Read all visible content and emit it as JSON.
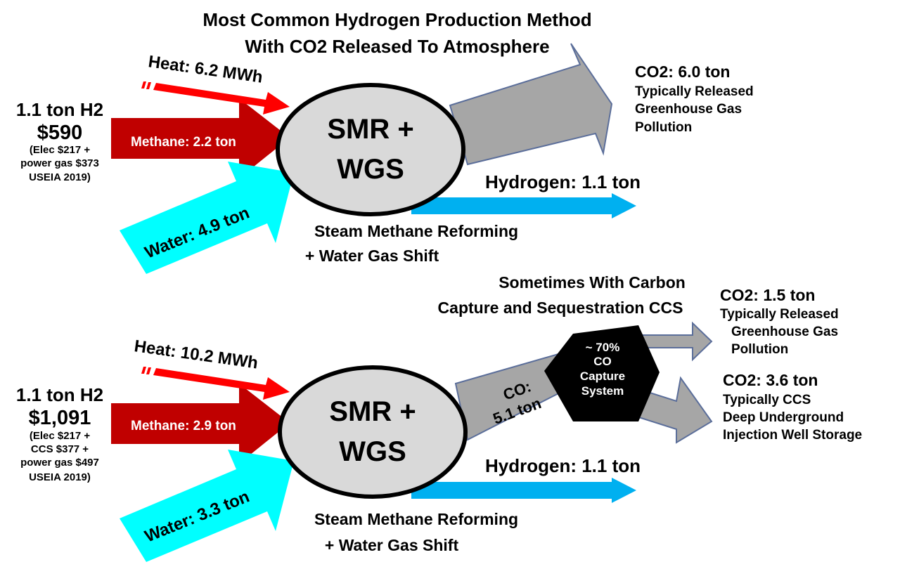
{
  "top": {
    "title_line1": "Most Common Hydrogen Production Method",
    "title_line2": "With CO2 Released To Atmosphere",
    "product": {
      "amount": "1.1 ton H2",
      "price": "$590",
      "note_line1": "(Elec $217 +",
      "note_line2": "power gas $373",
      "note_line3": "USEIA 2019)"
    },
    "heat": "Heat: 6.2 MWh",
    "methane": "Methane: 2.2 ton",
    "water": "Water: 4.9 ton",
    "reactor_line1": "SMR +",
    "reactor_line2": "WGS",
    "hydrogen": "Hydrogen: 1.1 ton",
    "process_line1": "Steam Methane Reforming",
    "process_line2": "+ Water Gas Shift",
    "co2": {
      "amount": "CO2:  6.0 ton",
      "note_line1": "Typically Released",
      "note_line2": "Greenhouse Gas",
      "note_line3": "Pollution"
    }
  },
  "bottom": {
    "title_line1": "Sometimes With Carbon",
    "title_line2": "Capture and Sequestration CCS",
    "product": {
      "amount": "1.1 ton H2",
      "price": "$1,091",
      "note_line1": "(Elec $217 +",
      "note_line2": "CCS $377 +",
      "note_line3": "power gas $497",
      "note_line4": "USEIA 2019)"
    },
    "heat": "Heat: 10.2 MWh",
    "methane": "Methane: 2.9 ton",
    "water": "Water: 3.3 ton",
    "reactor_line1": "SMR +",
    "reactor_line2": "WGS",
    "co_line1": "CO:",
    "co_line2": "5.1 ton",
    "capture_line1": "~ 70%",
    "capture_line2": "CO",
    "capture_line3": "Capture",
    "capture_line4": "System",
    "hydrogen": "Hydrogen: 1.1 ton",
    "process_line1": "Steam Methane Reforming",
    "process_line2": "+ Water Gas Shift",
    "co2_released": {
      "amount": "CO2:  1.5 ton",
      "note_line1": "Typically Released",
      "note_line2": "Greenhouse Gas",
      "note_line3": "Pollution"
    },
    "co2_stored": {
      "amount": "CO2:  3.6 ton",
      "note_line1": "Typically CCS",
      "note_line2": "Deep Underground",
      "note_line3": "Injection Well Storage"
    }
  },
  "colors": {
    "heat": "#ff0000",
    "methane": "#c00000",
    "water": "#00ffff",
    "hydrogen": "#00b0f0",
    "co2": "#a6a6a6",
    "reactor": "#d9d9d9",
    "capture": "#000000",
    "outline": "#5b6e9a"
  }
}
